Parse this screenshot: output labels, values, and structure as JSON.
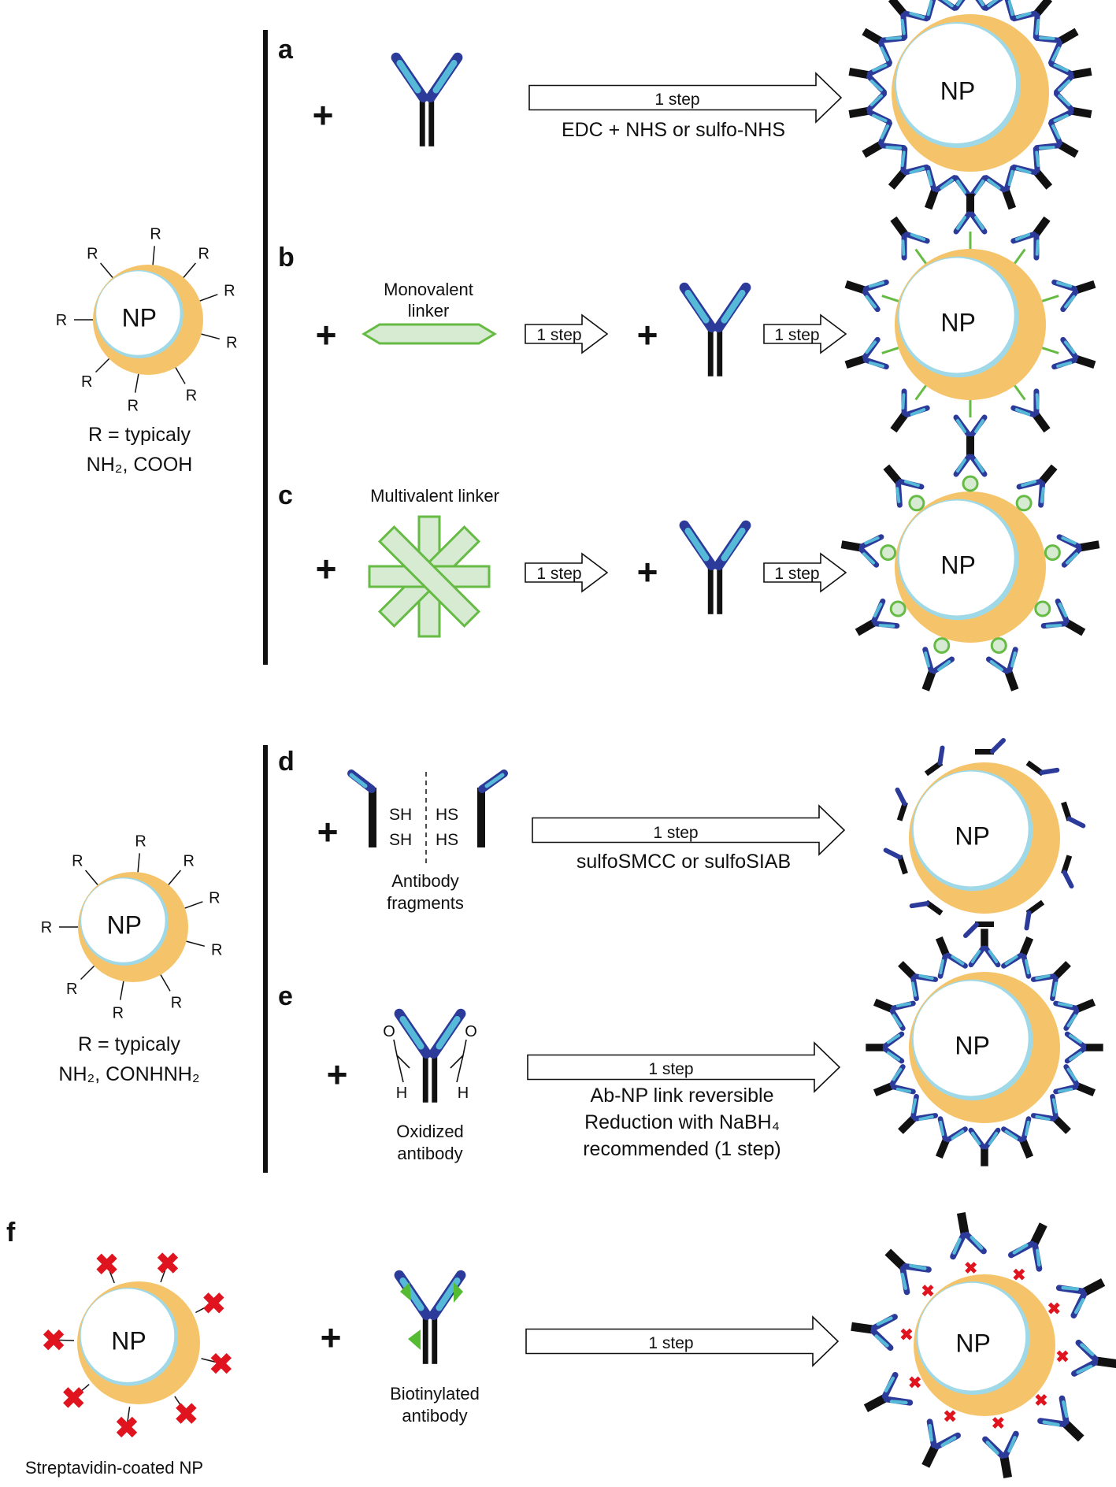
{
  "colors": {
    "np_core": "#ffffff",
    "np_shell": "#f5c46a",
    "np_rim": "#9fd8e6",
    "ab_dark_blue": "#2c3b9a",
    "ab_light_blue": "#57b9d8",
    "ab_stem": "#111111",
    "linker_green": "#66bb44",
    "linker_fill": "#d7ead2",
    "streptavidin_red": "#e0141e",
    "biotin_green": "#55bb33"
  },
  "icons": [
    "nanoparticle",
    "antibody",
    "monovalent-linker",
    "multivalent-linker",
    "antibody-fragment",
    "oxidized-antibody",
    "streptavidin-cross",
    "biotinylated-antibody",
    "process-arrow"
  ],
  "np_label": "NP",
  "r_label": "R",
  "group1_note": {
    "line1": "R = typicaly",
    "line2": "NH₂, COOH"
  },
  "group2_note": {
    "line1": "R = typicaly",
    "line2": "NH₂, CONHNH₂"
  },
  "panels": {
    "a": {
      "label": "a",
      "step": "1 step",
      "reagent": "EDC  +  NHS or sulfo-NHS"
    },
    "b": {
      "label": "b",
      "linker_label": "Monovalent",
      "linker_label2": "linker",
      "step1": "1 step",
      "step2": "1 step"
    },
    "c": {
      "label": "c",
      "linker_label": "Multivalent linker",
      "step1": "1 step",
      "step2": "1 step"
    },
    "d": {
      "label": "d",
      "sh": "SH",
      "hs": "HS",
      "caption1": "Antibody",
      "caption2": "fragments",
      "step": "1 step",
      "reagent": "sulfoSMCC or sulfoSIAB"
    },
    "e": {
      "label": "e",
      "h": "H",
      "o": "O",
      "caption1": "Oxidized",
      "caption2": "antibody",
      "step": "1 step",
      "note1": "Ab-NP link reversible",
      "note2": "Reduction with NaBH₄",
      "note3": "recommended (1 step)"
    },
    "f": {
      "label": "f",
      "np_caption": "Streptavidin-coated NP",
      "caption1": "Biotinylated",
      "caption2": "antibody",
      "step": "1 step"
    }
  },
  "plus": "+"
}
